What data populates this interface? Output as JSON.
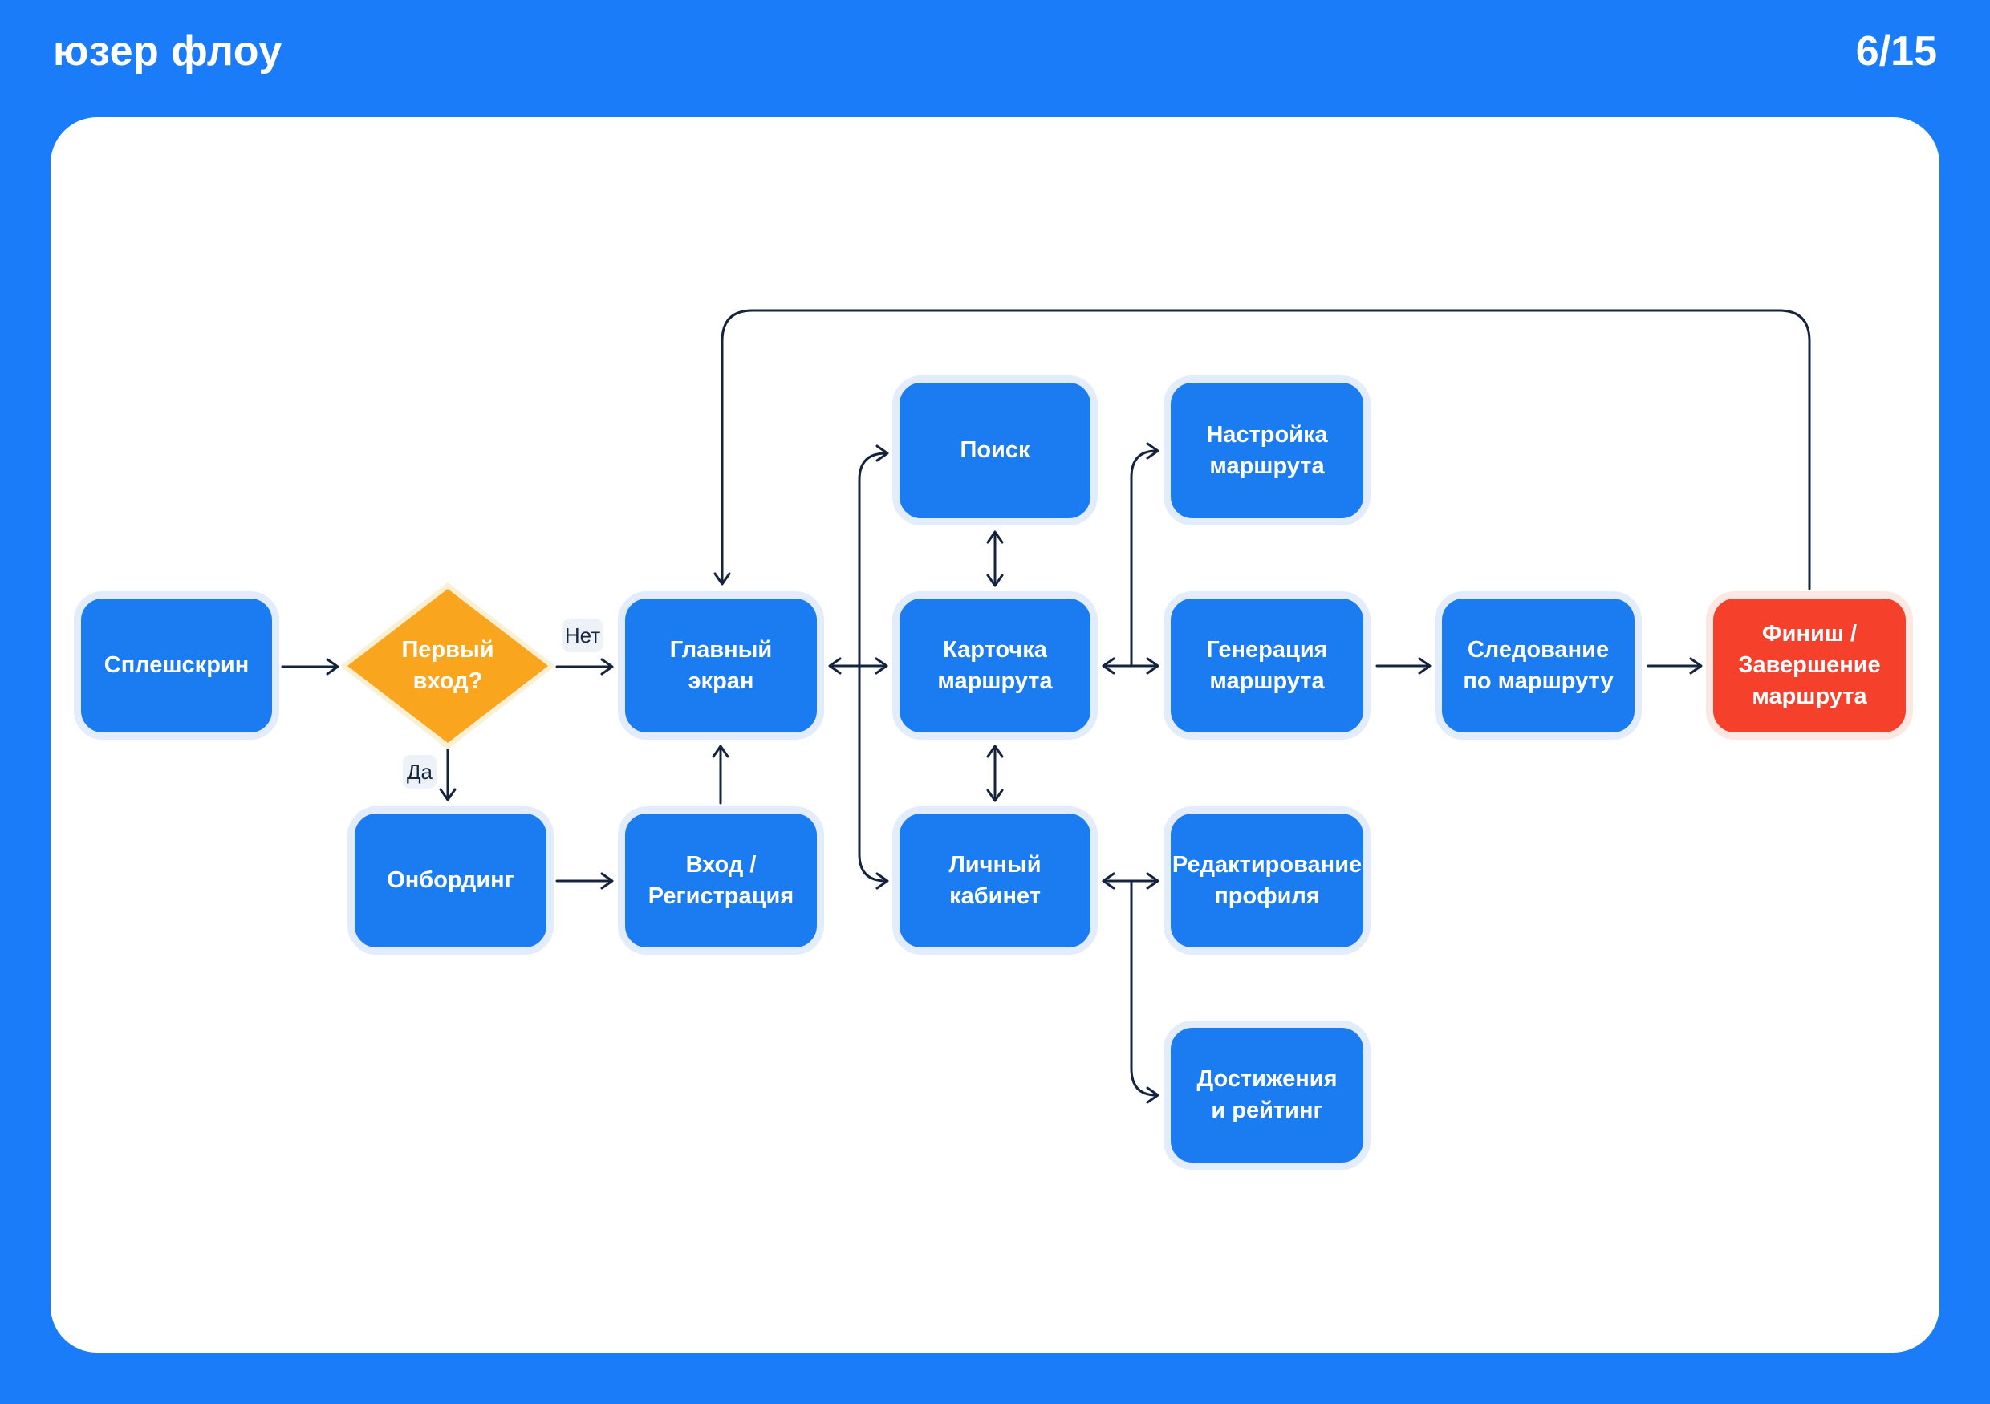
{
  "header": {
    "title": "юзер флоу",
    "page": "6/15"
  },
  "edge_labels": {
    "no": "Нет",
    "yes": "Да"
  },
  "nodes": {
    "splash": {
      "label": "Сплешскрин"
    },
    "decision": {
      "label": "Первый\nвход?"
    },
    "main": {
      "label": "Главный\nэкран"
    },
    "onboarding": {
      "label": "Онбординг"
    },
    "signin": {
      "label": "Вход /\nРегистрация"
    },
    "search": {
      "label": "Поиск"
    },
    "route_card": {
      "label": "Карточка\nмаршрута"
    },
    "account": {
      "label": "Личный\nкабинет"
    },
    "setup": {
      "label": "Настройка\nмаршрута"
    },
    "generation": {
      "label": "Генерация\nмаршрута"
    },
    "edit_profile": {
      "label": "Редактирование\nпрофиля"
    },
    "achievements": {
      "label": "Достижения\nи рейтинг"
    },
    "follow": {
      "label": "Следование\nпо маршруту"
    },
    "finish": {
      "label": "Финиш /\nЗавершение\nмаршрута"
    }
  },
  "colors": {
    "background_blue": "#1A7CF8",
    "node_blue": "#1B7CF2",
    "node_glow": "#E2ECFB",
    "decision_orange": "#F9A51E",
    "decision_border": "#FBEFD4",
    "finish_red": "#F5402C",
    "finish_glow": "#FCE8E3",
    "connector_navy": "#15243C",
    "chip_background": "#EDF1F8",
    "canvas_white": "#FFFFFF"
  }
}
